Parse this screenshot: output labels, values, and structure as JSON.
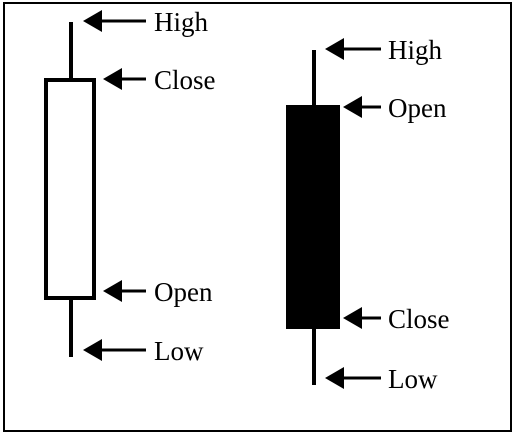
{
  "diagram": {
    "colors": {
      "line": "#000000",
      "background": "#ffffff",
      "bullish_body": "#ffffff",
      "bearish_body": "#000000"
    },
    "bullish_candle": {
      "labels": {
        "high": "High",
        "close": "Close",
        "open": "Open",
        "low": "Low"
      }
    },
    "bearish_candle": {
      "labels": {
        "high": "High",
        "open": "Open",
        "close": "Close",
        "low": "Low"
      }
    }
  }
}
